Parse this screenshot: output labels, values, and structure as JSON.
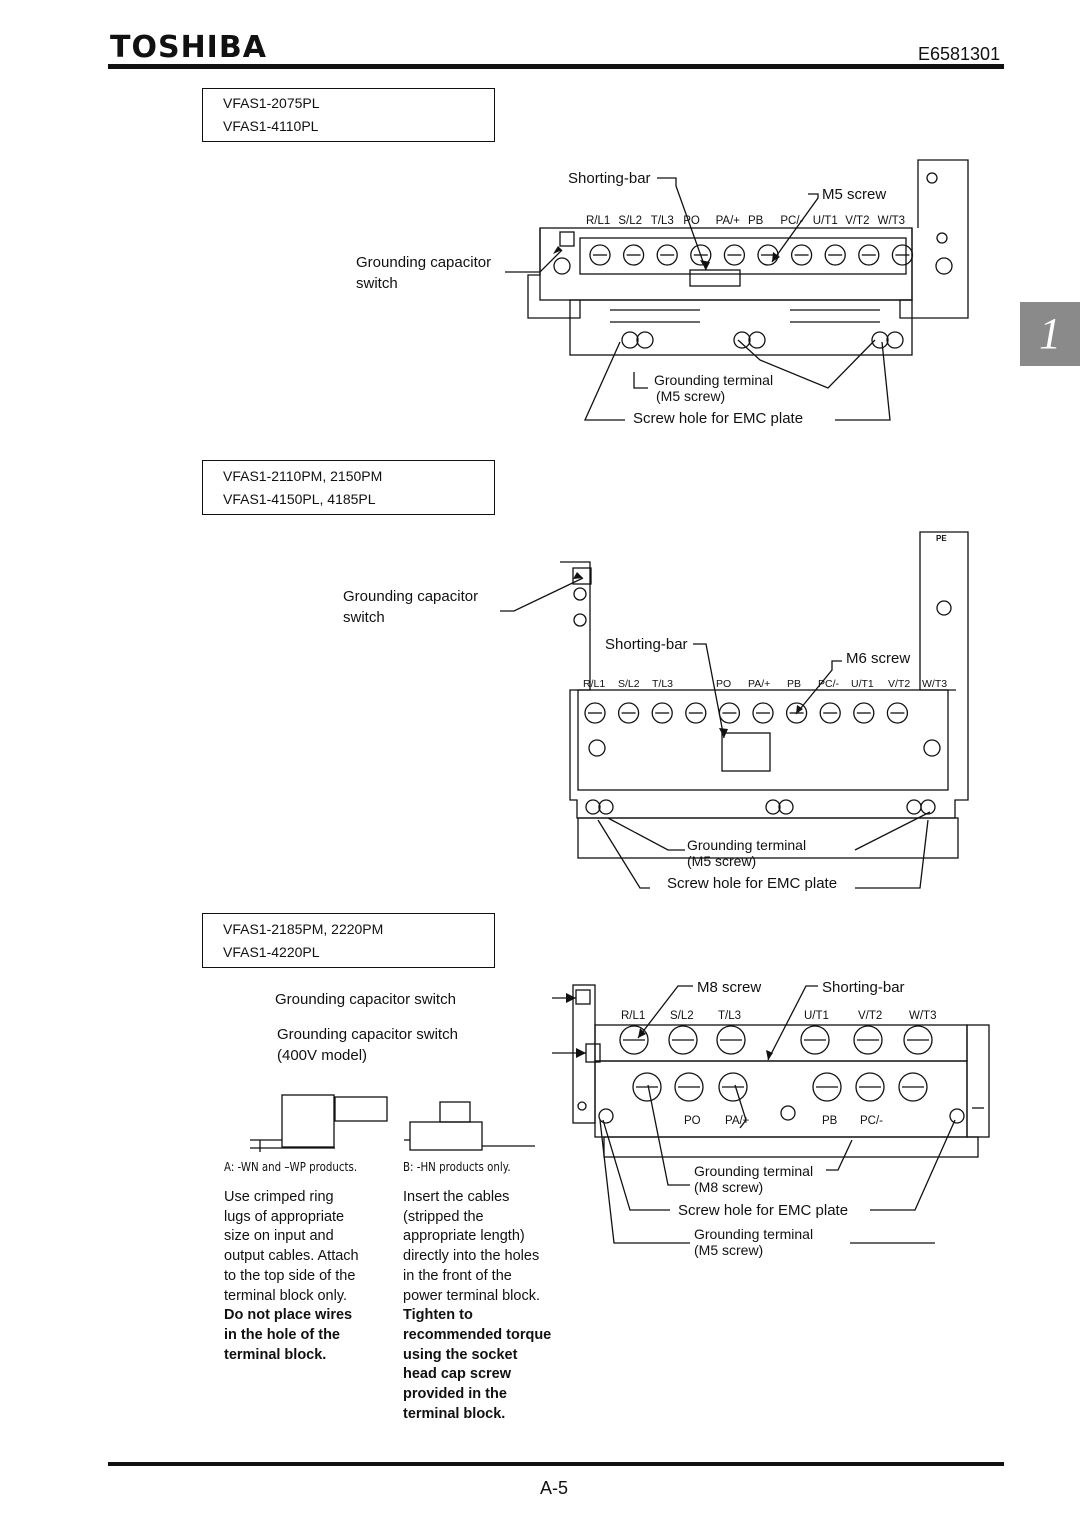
{
  "header": {
    "logo": "TOSHIBA",
    "doc_number": "E6581301"
  },
  "chapter_tab": "1",
  "section1": {
    "models": [
      "VFAS1-2075PL",
      "VFAS1-4110PL"
    ],
    "labels": {
      "shorting_bar": "Shorting-bar",
      "screw": "M5 screw",
      "cap_switch_1": "Grounding capacitor",
      "cap_switch_2": "switch",
      "ground_terminal": "Grounding terminal",
      "ground_terminal_screw": "(M5 screw)",
      "emc_hole": "Screw hole for EMC plate"
    },
    "terminals": [
      "R/L1",
      "S/L2",
      "T/L3",
      "PO",
      "PA/+",
      "PB",
      "PC/-",
      "U/T1",
      "V/T2",
      "W/T3"
    ]
  },
  "section2": {
    "models": [
      "VFAS1-2110PM, 2150PM",
      "VFAS1-4150PL, 4185PL"
    ],
    "labels": {
      "cap_switch_1": "Grounding capacitor",
      "cap_switch_2": "switch",
      "shorting_bar": "Shorting-bar",
      "screw": "M6 screw",
      "ground_terminal": "Grounding terminal",
      "ground_terminal_screw": "(M5 screw)",
      "emc_hole": "Screw hole for EMC plate",
      "pe": "PE"
    },
    "terminals": [
      "R/L1",
      "S/L2",
      "T/L3",
      "PO",
      "PA/+",
      "PB",
      "PC/-",
      "U/T1",
      "V/T2",
      "W/T3"
    ]
  },
  "section3": {
    "models": [
      "VFAS1-2185PM, 2220PM",
      "VFAS1-4220PL"
    ],
    "labels": {
      "cap_switch": "Grounding capacitor switch",
      "cap_switch_400_1": "Grounding capacitor switch",
      "cap_switch_400_2": "(400V model)",
      "screw": "M8 screw",
      "shorting_bar": "Shorting-bar",
      "ground_terminal_m8": "Grounding terminal",
      "ground_terminal_m8_screw": "(M8 screw)",
      "emc_hole": "Screw hole for EMC plate",
      "ground_terminal_m5": "Grounding terminal",
      "ground_terminal_m5_screw": "(M5 screw)"
    },
    "terminals_top": [
      "R/L1",
      "S/L2",
      "T/L3",
      "U/T1",
      "V/T2",
      "W/T3"
    ],
    "terminals_bottom": [
      "PO",
      "PA/+",
      "PB",
      "PC/-"
    ],
    "caption_a": "A: -WN and –WP products.",
    "caption_b": "B: -HN products only.",
    "text_a_lines": [
      "Use crimped ring",
      "lugs of appropriate",
      "size on input and",
      "output cables. Attach",
      "to the top side of the",
      "terminal block only."
    ],
    "text_a_bold": [
      "Do not place wires",
      "in the hole of the",
      "terminal block."
    ],
    "text_b_lines": [
      "Insert the cables",
      "(stripped the",
      "appropriate length)",
      "directly into the holes",
      "in the front of the",
      "power terminal block."
    ],
    "text_b_bold": [
      "Tighten to",
      "recommended torque",
      "using the socket",
      "head cap screw",
      "provided in the",
      "terminal block."
    ]
  },
  "footer": {
    "page": "A-5"
  }
}
